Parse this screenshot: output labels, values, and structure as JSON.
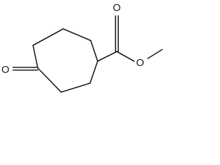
{
  "molecule": {
    "atoms": {
      "ketone_oxygen": "O",
      "carbonyl_oxygen": "O",
      "ester_oxygen": "O"
    }
  }
}
